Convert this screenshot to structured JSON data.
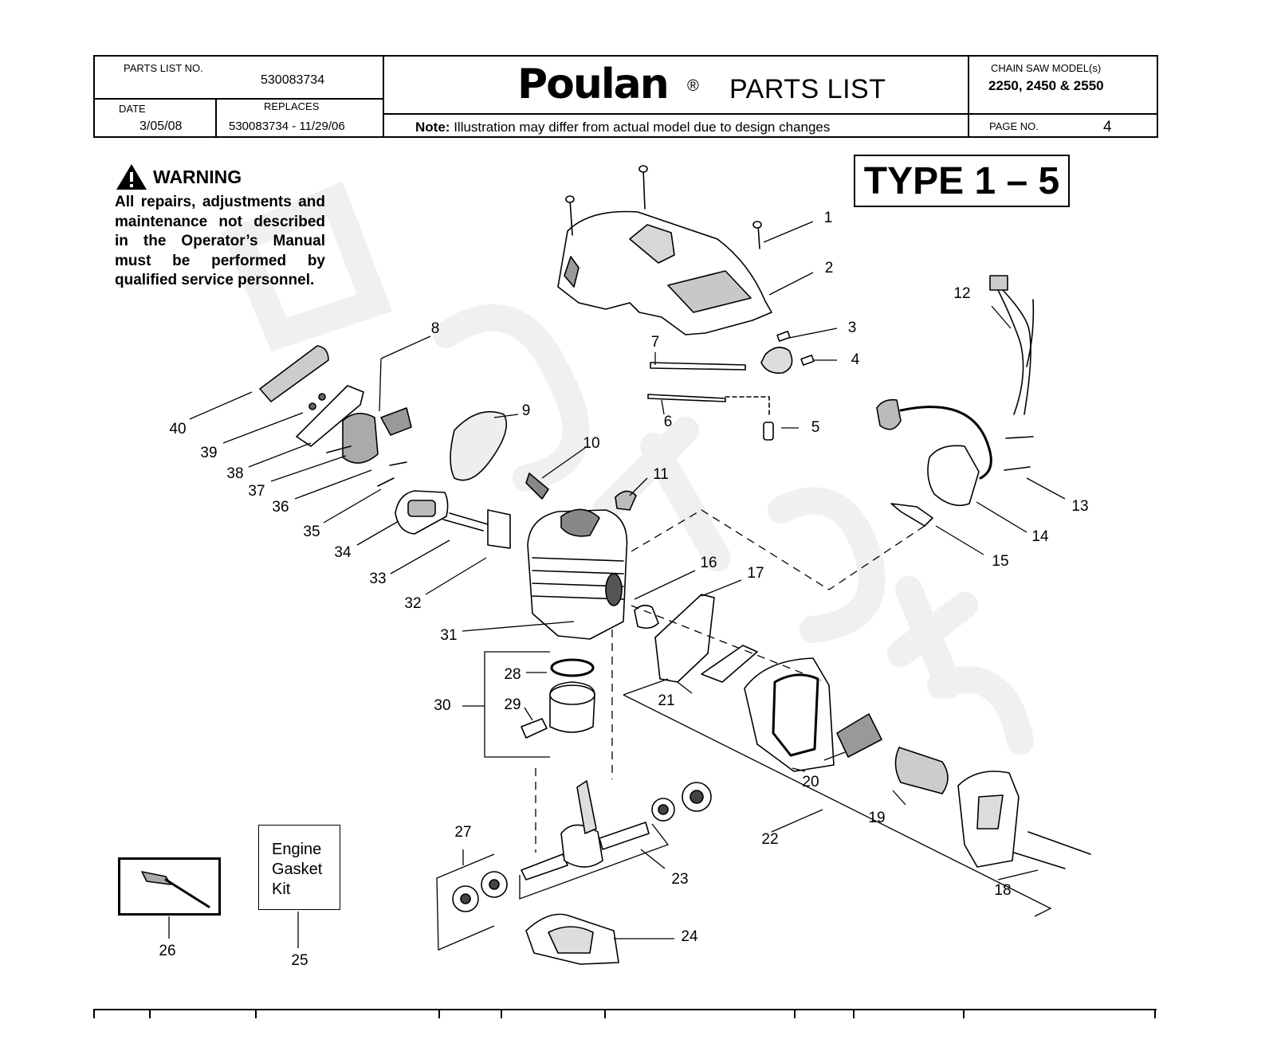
{
  "header": {
    "parts_list_no_label": "PARTS LIST NO.",
    "parts_list_no": "530083734",
    "date_label": "DATE",
    "date": "3/05/08",
    "replaces_label": "REPLACES",
    "replaces": "530083734 - 11/29/06",
    "brand": "Poulan",
    "registered_mark": "®",
    "title": "PARTS LIST",
    "note_label": "Note:",
    "note_text": "Illustration may differ from actual model due to design changes",
    "model_label": "CHAIN SAW MODEL(s)",
    "models": "2250, 2450 & 2550",
    "page_label": "PAGE   NO.",
    "page_no": "4"
  },
  "warning": {
    "heading": "WARNING",
    "text": "All repairs, adjustments and maintenance not described in the Operator’s Manual must be performed by qualified service personnel."
  },
  "type_box": "TYPE 1 – 5",
  "kit_box": {
    "line1": "Engine",
    "line2": "Gasket",
    "line3": "Kit"
  },
  "callouts": [
    "1",
    "2",
    "3",
    "4",
    "5",
    "6",
    "7",
    "8",
    "9",
    "10",
    "11",
    "12",
    "13",
    "14",
    "15",
    "16",
    "17",
    "18",
    "19",
    "20",
    "21",
    "22",
    "23",
    "24",
    "25",
    "26",
    "27",
    "28",
    "29",
    "30",
    "31",
    "32",
    "33",
    "34",
    "35",
    "36",
    "37",
    "38",
    "39",
    "40"
  ],
  "colors": {
    "ink": "#000000",
    "part_fill": "#ffffff",
    "part_shade": "#bdbdbd",
    "watermark": "#f1f1f1"
  }
}
